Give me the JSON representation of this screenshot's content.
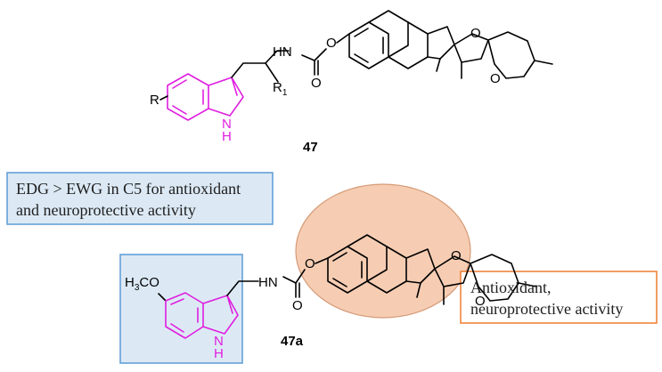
{
  "compound_top": {
    "label": "47",
    "atoms": {
      "r": "R",
      "hn": "HN",
      "r1_base": "R",
      "r1_sub": "1",
      "o_carbonyl": "O",
      "o_ester": "O",
      "nh": "N",
      "h": "H",
      "o_ring": "O",
      "o_spiro": "O"
    }
  },
  "compound_bottom": {
    "label": "47a",
    "atoms": {
      "h3co_a": "H",
      "h3co_sub": "3",
      "h3co_b": "CO",
      "hn": "HN",
      "o_carbonyl": "O",
      "o_ester": "O",
      "nh": "N",
      "h": "H",
      "o_ring": "O",
      "o_spiro": "O"
    }
  },
  "notes": {
    "sar_line1": "EDG > EWG in C5 for antioxidant",
    "sar_line2": "and neuroprotective activity",
    "activity_line1": "Antioxidant,",
    "activity_line2": "neuroprotective activity"
  },
  "colors": {
    "indole": "#e01ee0",
    "blue_box_fill": "#dce9f5",
    "blue_box_border": "#5b9bd5",
    "orange_box_border": "#ed7d31",
    "ellipse_fill": "#f6cdb3",
    "ellipse_border": "#d59a76"
  }
}
